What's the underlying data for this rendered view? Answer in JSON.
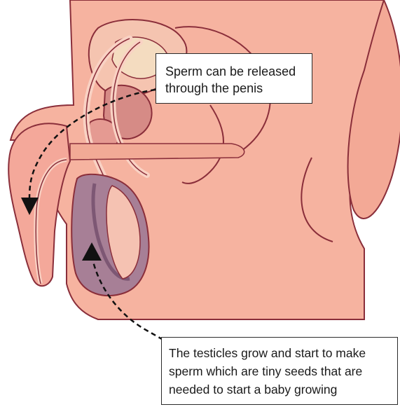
{
  "callouts": {
    "release": {
      "lines": [
        "Sperm can be released",
        "through the penis"
      ]
    },
    "testicles": {
      "lines": [
        "The testicles grow and start to make",
        "sperm which are tiny seeds that are",
        "needed to start a baby growing"
      ]
    }
  },
  "colors": {
    "body_skin": "#f7b9a6",
    "outline": "#8a2e3a",
    "tubes": "#f9d2c4",
    "organ_dark": "#e2908c",
    "testicle": "#a77f96",
    "testicle_inner": "#7d5774",
    "arrow": "#111111"
  }
}
